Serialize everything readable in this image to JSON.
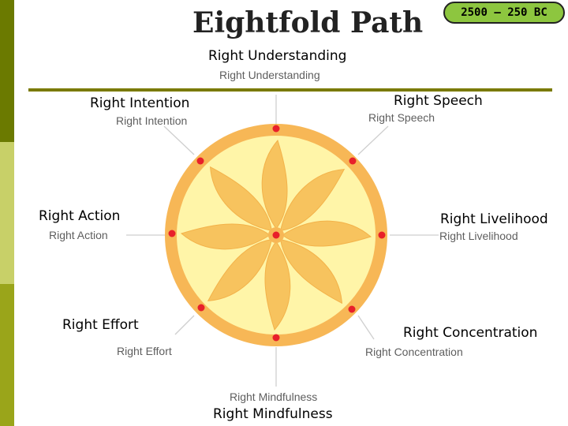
{
  "title": "Eightfold Path",
  "badge": "2500 – 250 BC",
  "theme": {
    "sidebar_dark": "#6b7a00",
    "sidebar_light": "#c8d068",
    "rule": "#7a7a00",
    "badge_bg": "#8dc63f",
    "wheel_ring": "#f7b756",
    "wheel_inner": "#fff5a8",
    "petal": "#f7c35e",
    "dot": "#e8202a"
  },
  "path": {
    "understanding": {
      "label": "Right Understanding",
      "sub": "Right Understanding"
    },
    "speech": {
      "label": "Right Speech",
      "sub": "Right Speech"
    },
    "livelihood": {
      "label": "Right Livelihood",
      "sub": "Right Livelihood"
    },
    "concentration": {
      "label": "Right Concentration",
      "sub": "Right Concentration"
    },
    "mindfulness": {
      "label": "Right Mindfulness",
      "sub": "Right Mindfulness"
    },
    "effort": {
      "label": "Right Effort",
      "sub": "Right Effort"
    },
    "action": {
      "label": "Right Action",
      "sub": "Right Action"
    },
    "intention": {
      "label": "Right Intention",
      "sub": "Right Intention"
    }
  }
}
